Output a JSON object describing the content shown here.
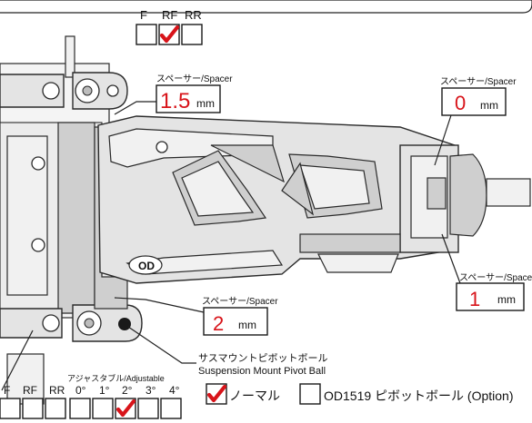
{
  "colors": {
    "accent_red": "#d8141a",
    "ink": "#111111"
  },
  "top_selector": {
    "labels": [
      "F",
      "RF",
      "RR"
    ],
    "checked_index": 1
  },
  "spacers": [
    {
      "id": "top-left",
      "label": "スペーサー/Spacer",
      "value": "1.5",
      "unit": "mm"
    },
    {
      "id": "top-right",
      "label": "スペーサー/Spacer",
      "value": "0",
      "unit": "mm"
    },
    {
      "id": "bottom-right",
      "label": "スペーサー/Spacer",
      "value": "1",
      "unit": "mm"
    },
    {
      "id": "bottom-mid",
      "label": "スペーサー/Spacer",
      "value": "2",
      "unit": "mm"
    }
  ],
  "pivot_ball": {
    "label_jp": "サスマウントピボットボール",
    "label_en": "Suspension Mount Pivot Ball"
  },
  "bottom_selector": {
    "labels": [
      "F",
      "RF",
      "RR"
    ],
    "adjustable_label": "アジャスタブル/Adjustable",
    "angles": [
      "0°",
      "1°",
      "2°",
      "3°",
      "4°"
    ],
    "checked_index": 5
  },
  "options": [
    {
      "label": "ノーマル",
      "checked": true
    },
    {
      "label": "OD1519 ピボットボール (Option)",
      "checked": false
    }
  ]
}
